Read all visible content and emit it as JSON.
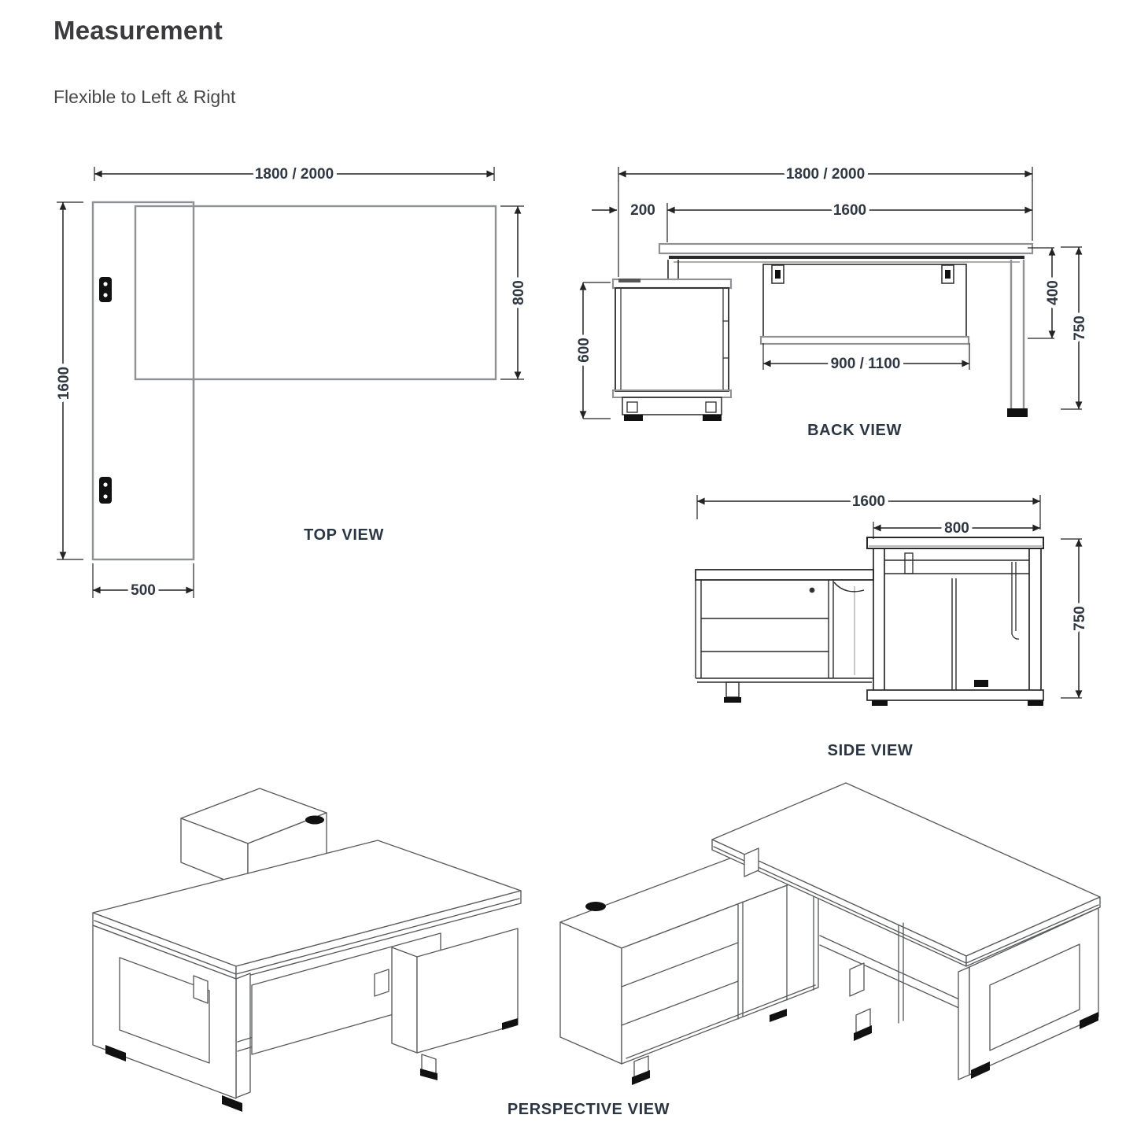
{
  "page": {
    "title": "Measurement",
    "subtitle": "Flexible to Left & Right"
  },
  "colors": {
    "dimension_line": "#232323",
    "furniture_gray": "#8f9194",
    "text": "#2f3742",
    "black_detail": "#111111"
  },
  "views": {
    "top": {
      "label": "TOP VIEW",
      "dims": {
        "overall_width": "1800 / 2000",
        "desk_depth": "800",
        "overall_depth": "1600",
        "return_width": "500"
      }
    },
    "back": {
      "label": "BACK VIEW",
      "dims": {
        "overall_width": "1800 / 2000",
        "overhang": "200",
        "frame_width": "1600",
        "cabinet_height": "600",
        "panel_clearance": "400",
        "desk_height": "750",
        "modesty_width": "900 / 1100"
      }
    },
    "side": {
      "label": "SIDE VIEW",
      "dims": {
        "overall_length": "1600",
        "desk_depth": "800",
        "desk_height": "750"
      }
    },
    "perspective": {
      "label": "PERSPECTIVE VIEW"
    }
  }
}
